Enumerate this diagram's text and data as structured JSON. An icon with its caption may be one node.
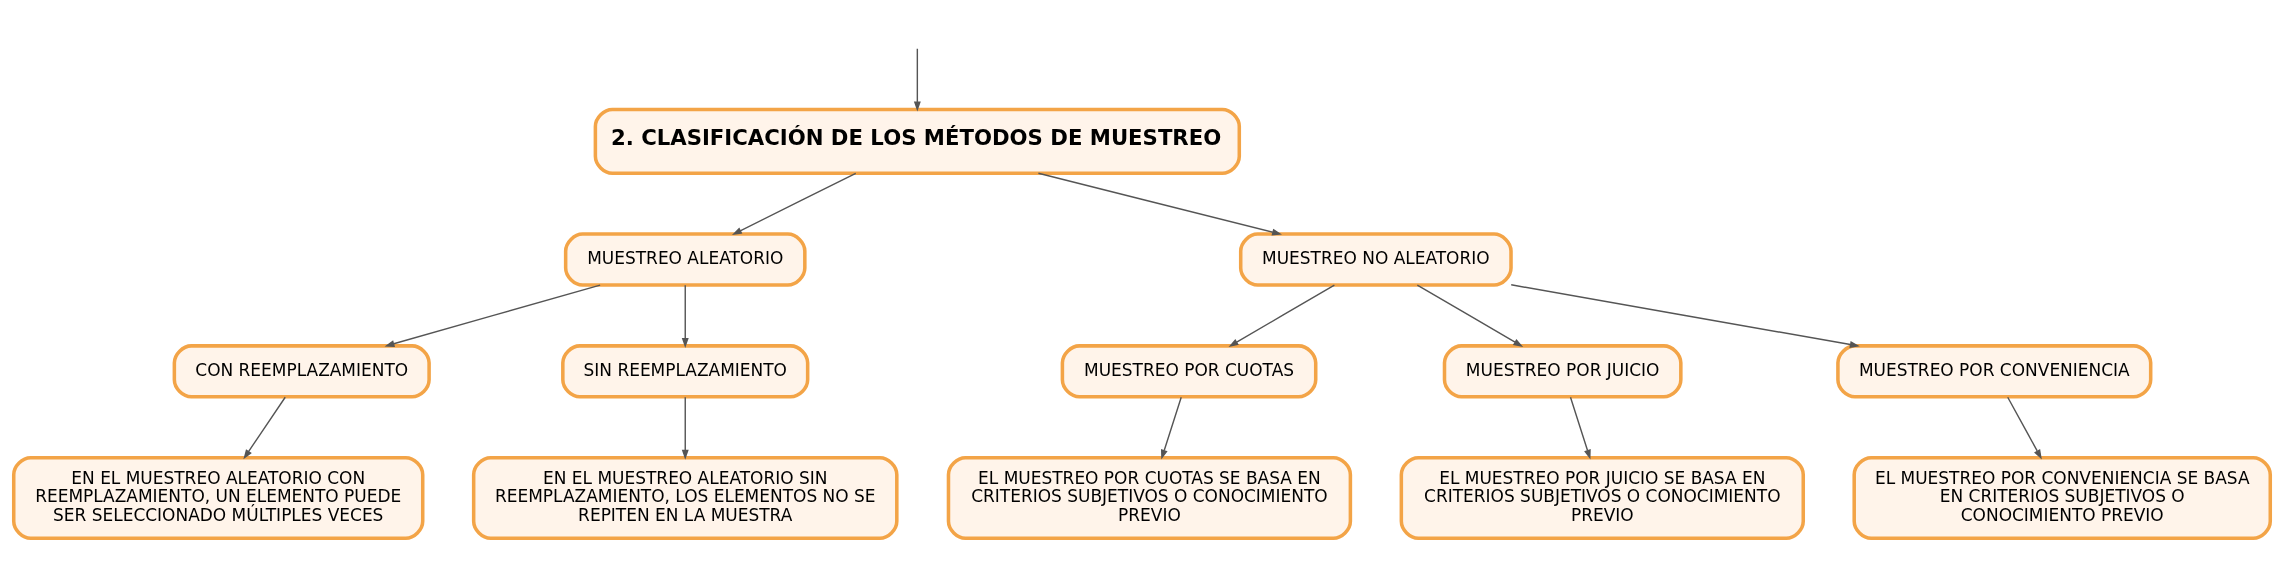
{
  "diagram": {
    "nodes": [
      {
        "text": [
          "2. CLASIFICACIÓN DE LOS MÉTODOS DE MUESTREO"
        ]
      },
      {
        "text": [
          "MUESTREO ALEATORIO"
        ]
      },
      {
        "text": [
          "MUESTREO NO ALEATORIO"
        ]
      },
      {
        "text": [
          "CON REEMPLAZAMIENTO"
        ]
      },
      {
        "text": [
          "SIN REEMPLAZAMIENTO"
        ]
      },
      {
        "text": [
          "MUESTREO POR CUOTAS"
        ]
      },
      {
        "text": [
          "MUESTREO POR JUICIO"
        ]
      },
      {
        "text": [
          "MUESTREO POR CONVENIENCIA"
        ]
      },
      {
        "text": [
          "EN EL MUESTREO ALEATORIO CON REEMPLAZAMIENTO, UN ELEMENTO PUEDE SER SELECCIONADO MÚLTIPLES VECES"
        ]
      },
      {
        "text": [
          "EN EL MUESTREO ALEATORIO SIN REEMPLAZAMIENTO, LOS ELEMENTOS NO SE REPITEN EN LA MUESTRA"
        ]
      },
      {
        "text": [
          "EL MUESTREO POR CUOTAS SE BASA EN CRITERIOS SUBJETIVOS O CONOCIMIENTO PREVIO"
        ]
      },
      {
        "text": [
          "EL MUESTREO POR JUICIO SE BASA EN CRITERIOS SUBJETIVOS O CONOCIMIENTO PREVIO"
        ]
      },
      {
        "text": [
          "EL MUESTREO POR CONVENIENCIA SE BASA EN CRITERIOS SUBJETIVOS O CONOCIMIENTO PREVIO"
        ]
      }
    ],
    "edges": [
      {
        "from": null,
        "to": 0,
        "arrow": "to"
      },
      {
        "from": 0,
        "to": 1,
        "arrow": "to"
      },
      {
        "from": 0,
        "to": 2,
        "arrow": "to"
      },
      {
        "from": 1,
        "to": 3,
        "arrow": "to"
      },
      {
        "from": 1,
        "to": 4,
        "arrow": "to"
      },
      {
        "from": 2,
        "to": 5,
        "arrow": "to"
      },
      {
        "from": 2,
        "to": 6,
        "arrow": "to"
      },
      {
        "from": 2,
        "to": 7,
        "arrow": "to"
      },
      {
        "from": 3,
        "to": 8,
        "arrow": "to"
      },
      {
        "from": 4,
        "to": 9,
        "arrow": "to"
      },
      {
        "from": 5,
        "to": 10,
        "arrow": "to"
      },
      {
        "from": 6,
        "to": 11,
        "arrow": "to"
      },
      {
        "from": 7,
        "to": 12,
        "arrow": "to"
      }
    ]
  }
}
